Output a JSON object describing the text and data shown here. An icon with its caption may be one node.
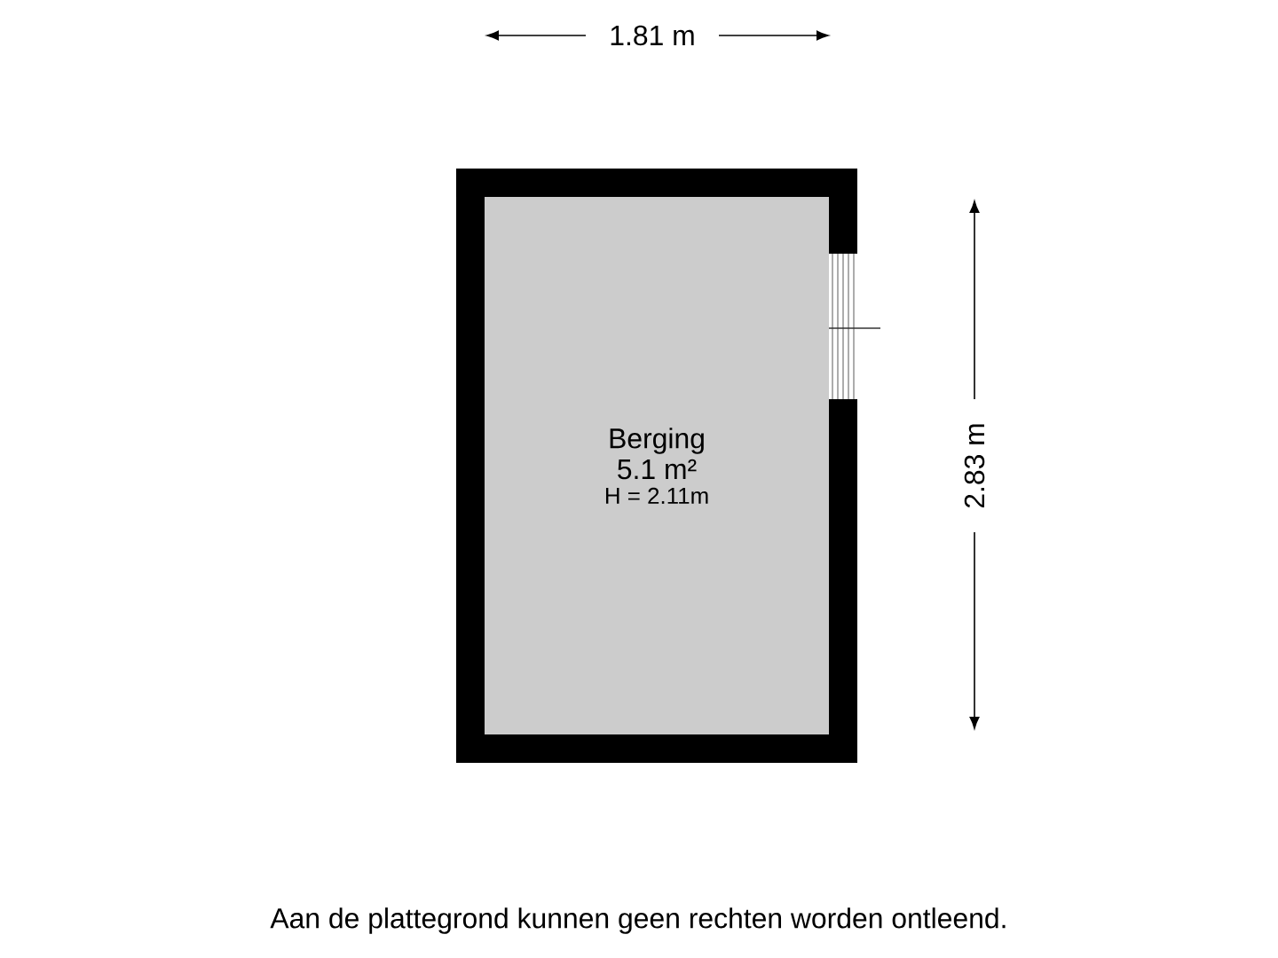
{
  "diagram": {
    "caption": "Aan de plattegrond kunnen geen rechten worden ontleend.",
    "nodes": [
      {
        "text": [
          "Berging",
          "5.1 m²",
          "H = 2.11m"
        ]
      }
    ],
    "labels": [
      "1.81 m",
      "2.83 m"
    ]
  }
}
